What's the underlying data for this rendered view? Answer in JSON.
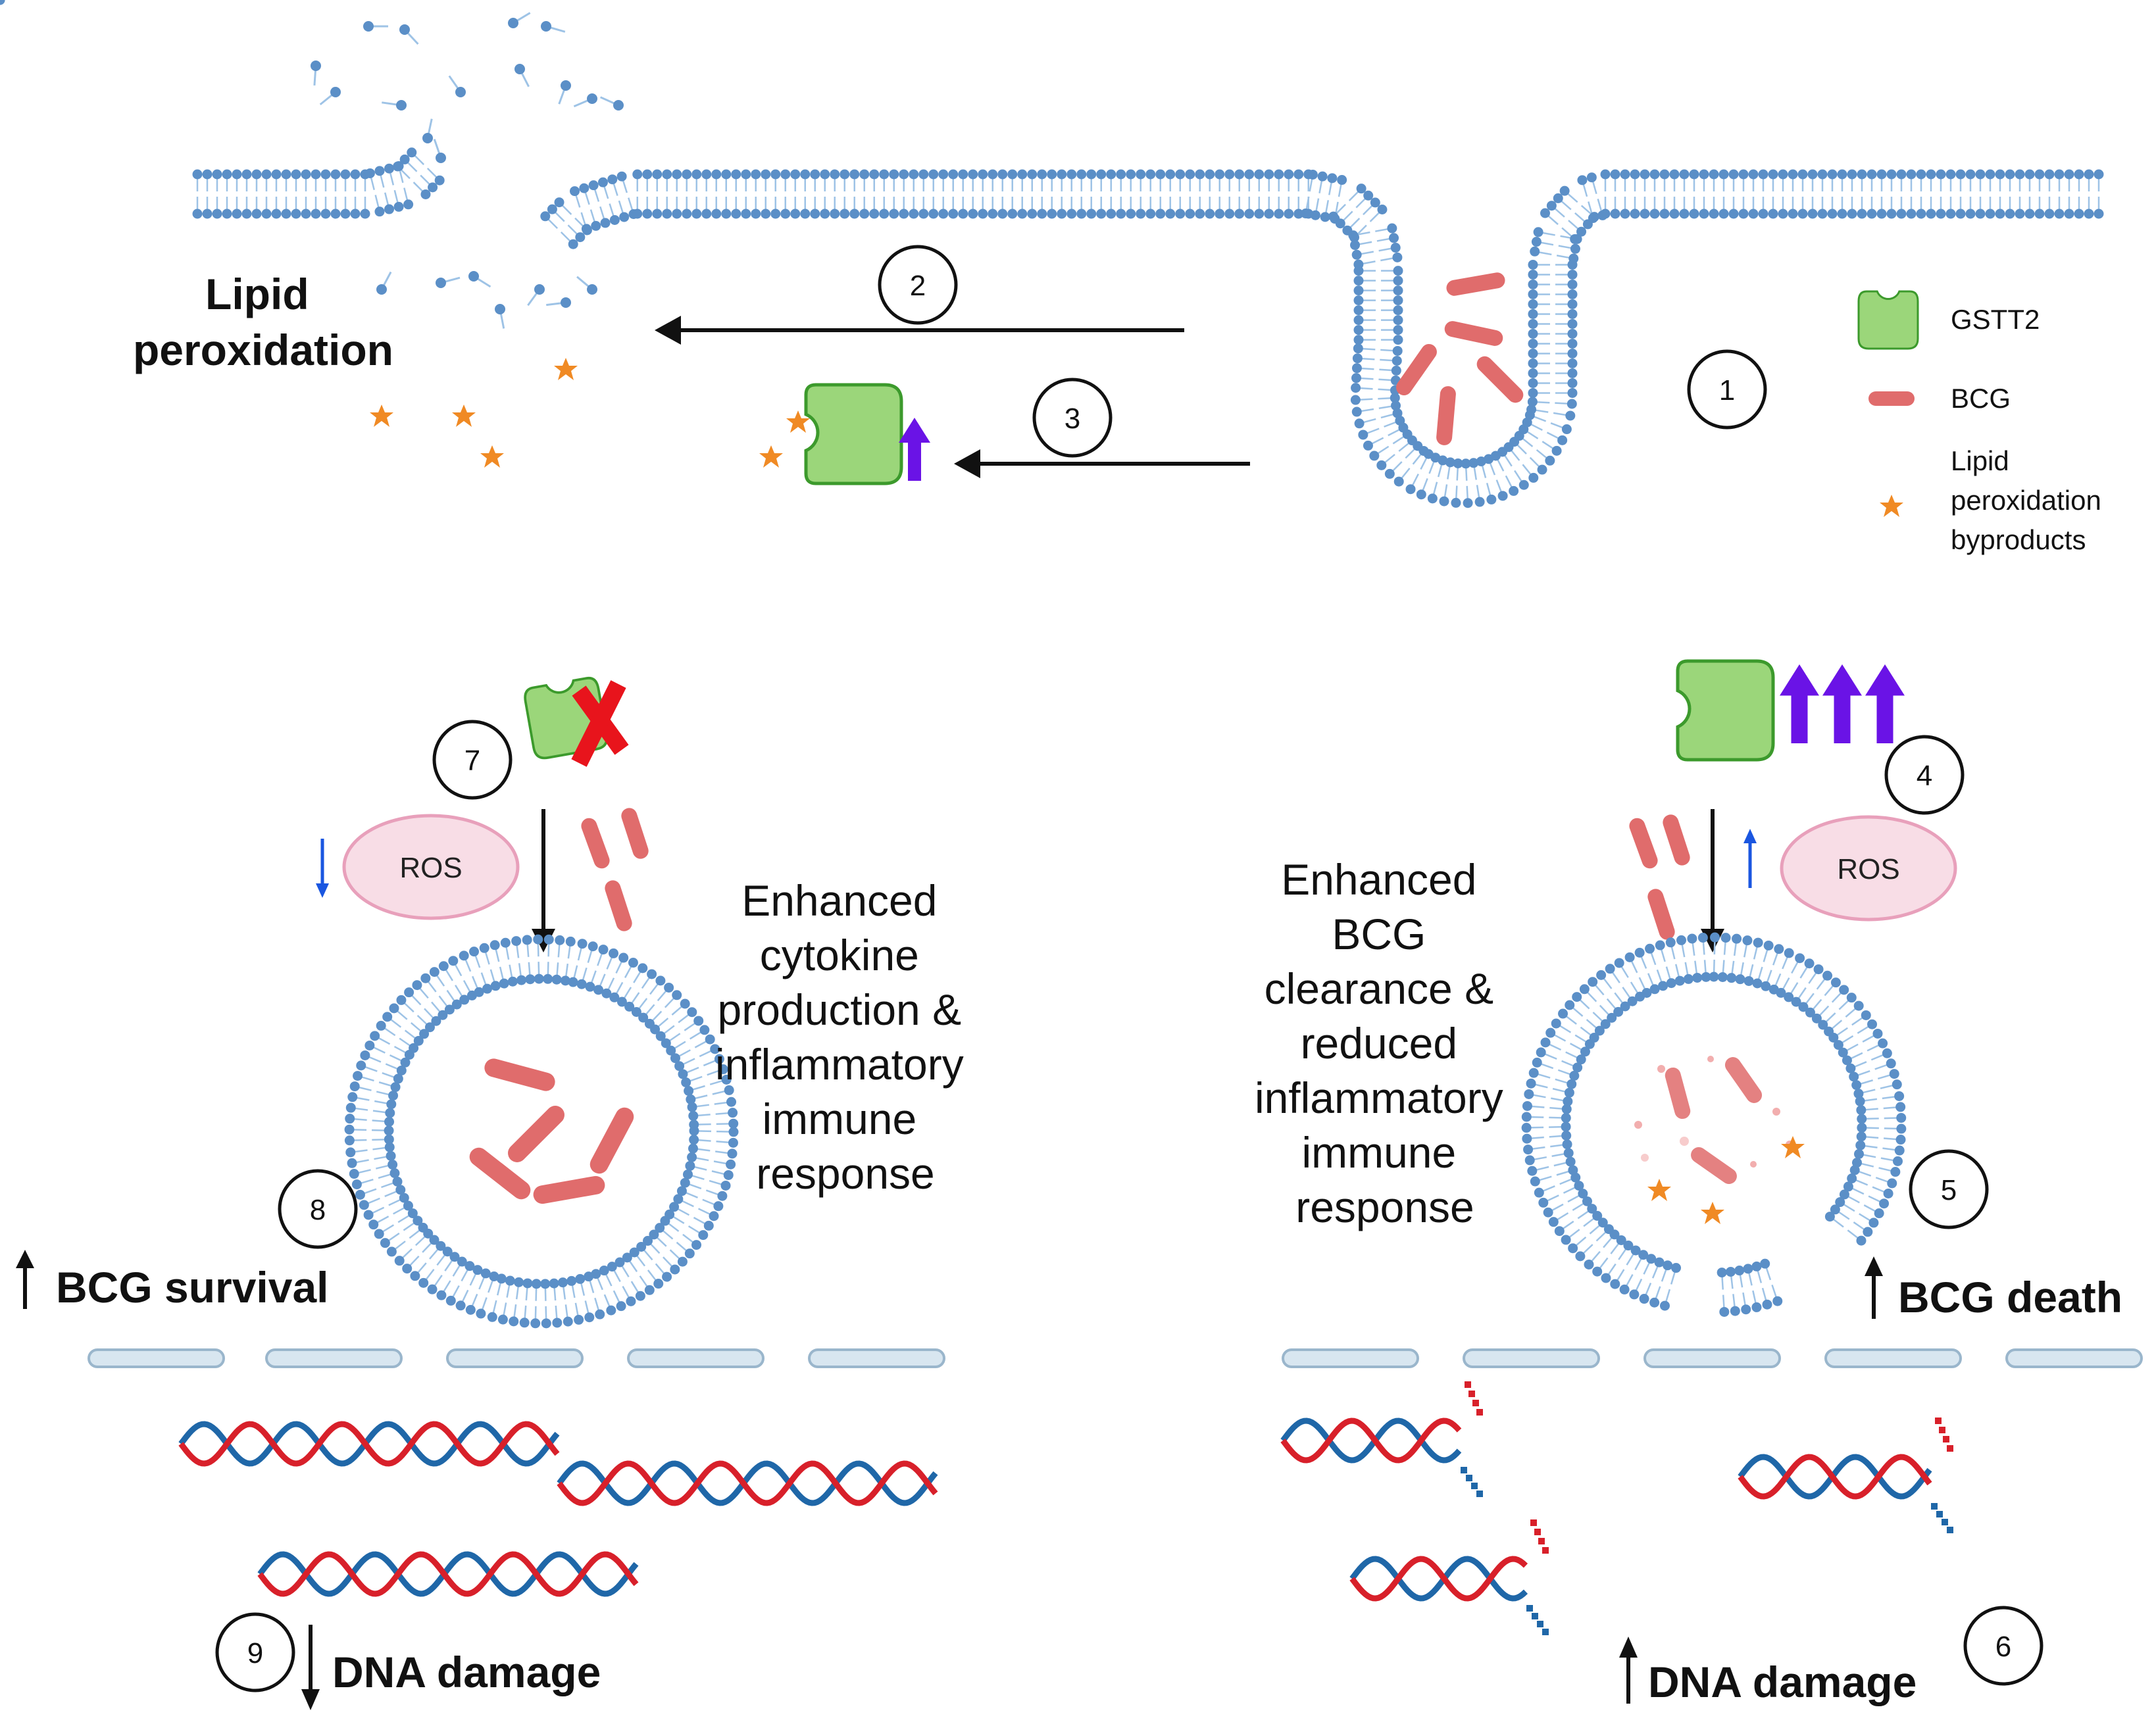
{
  "labels": {
    "lipid_peroxidation": [
      "Lipid",
      "peroxidation"
    ],
    "left_response": [
      "Enhanced",
      "cytokine",
      "production &",
      "inflammatory",
      "immune",
      "response"
    ],
    "right_response": [
      "Enhanced",
      "BCG",
      "clearance &",
      "reduced",
      "inflammatory",
      "immune",
      "response"
    ],
    "bcg_survival": "BCG survival",
    "bcg_death": "BCG death",
    "dna_damage_left": "DNA damage",
    "dna_damage_right": "DNA damage",
    "ros_left": "ROS",
    "ros_right": "ROS"
  },
  "steps": [
    "1",
    "2",
    "3",
    "4",
    "5",
    "6",
    "7",
    "8",
    "9"
  ],
  "legend": {
    "gstt2": "GSTT2",
    "bcg": "BCG",
    "byproducts": [
      "Lipid",
      "peroxidation",
      "byproducts"
    ]
  },
  "colors": {
    "membrane_head": "#5b8fc7",
    "membrane_tail": "#9ec3e6",
    "gstt2_fill": "#9bd67a",
    "gstt2_stroke": "#3c9a2c",
    "bcg": "#e06c6c",
    "star": "#f08a24",
    "up_arrow": "#6a13e6",
    "ros_fill": "#f8dde6",
    "ros_stroke": "#e8a0bb",
    "dna_red": "#d8202a",
    "dna_blue": "#1f67a8",
    "nucleus": "#d8e6f0",
    "cross": "#e8141c"
  }
}
